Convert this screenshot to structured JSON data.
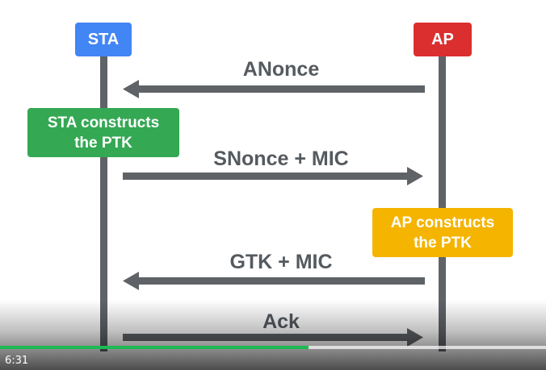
{
  "diagram": {
    "actors": [
      {
        "label": "STA",
        "color": "#4285f4"
      },
      {
        "label": "AP",
        "color": "#db2f2f"
      }
    ],
    "messages": [
      {
        "label": "ANonce",
        "direction": "to-sta"
      },
      {
        "label": "SNonce + MIC",
        "direction": "to-ap"
      },
      {
        "label": "GTK + MIC",
        "direction": "to-sta"
      },
      {
        "label": "Ack",
        "direction": "to-ap"
      }
    ],
    "notes": [
      {
        "lines": [
          "STA constructs",
          "the PTK"
        ],
        "color": "#34a853"
      },
      {
        "lines": [
          "AP constructs",
          "the PTK"
        ],
        "color": "#f4b400"
      }
    ],
    "line_color": "#5f6368"
  },
  "player": {
    "timestamp": "6:31",
    "played_fraction": 0.565,
    "buffered_fraction": 1.0,
    "progress_color": "#1db954"
  }
}
